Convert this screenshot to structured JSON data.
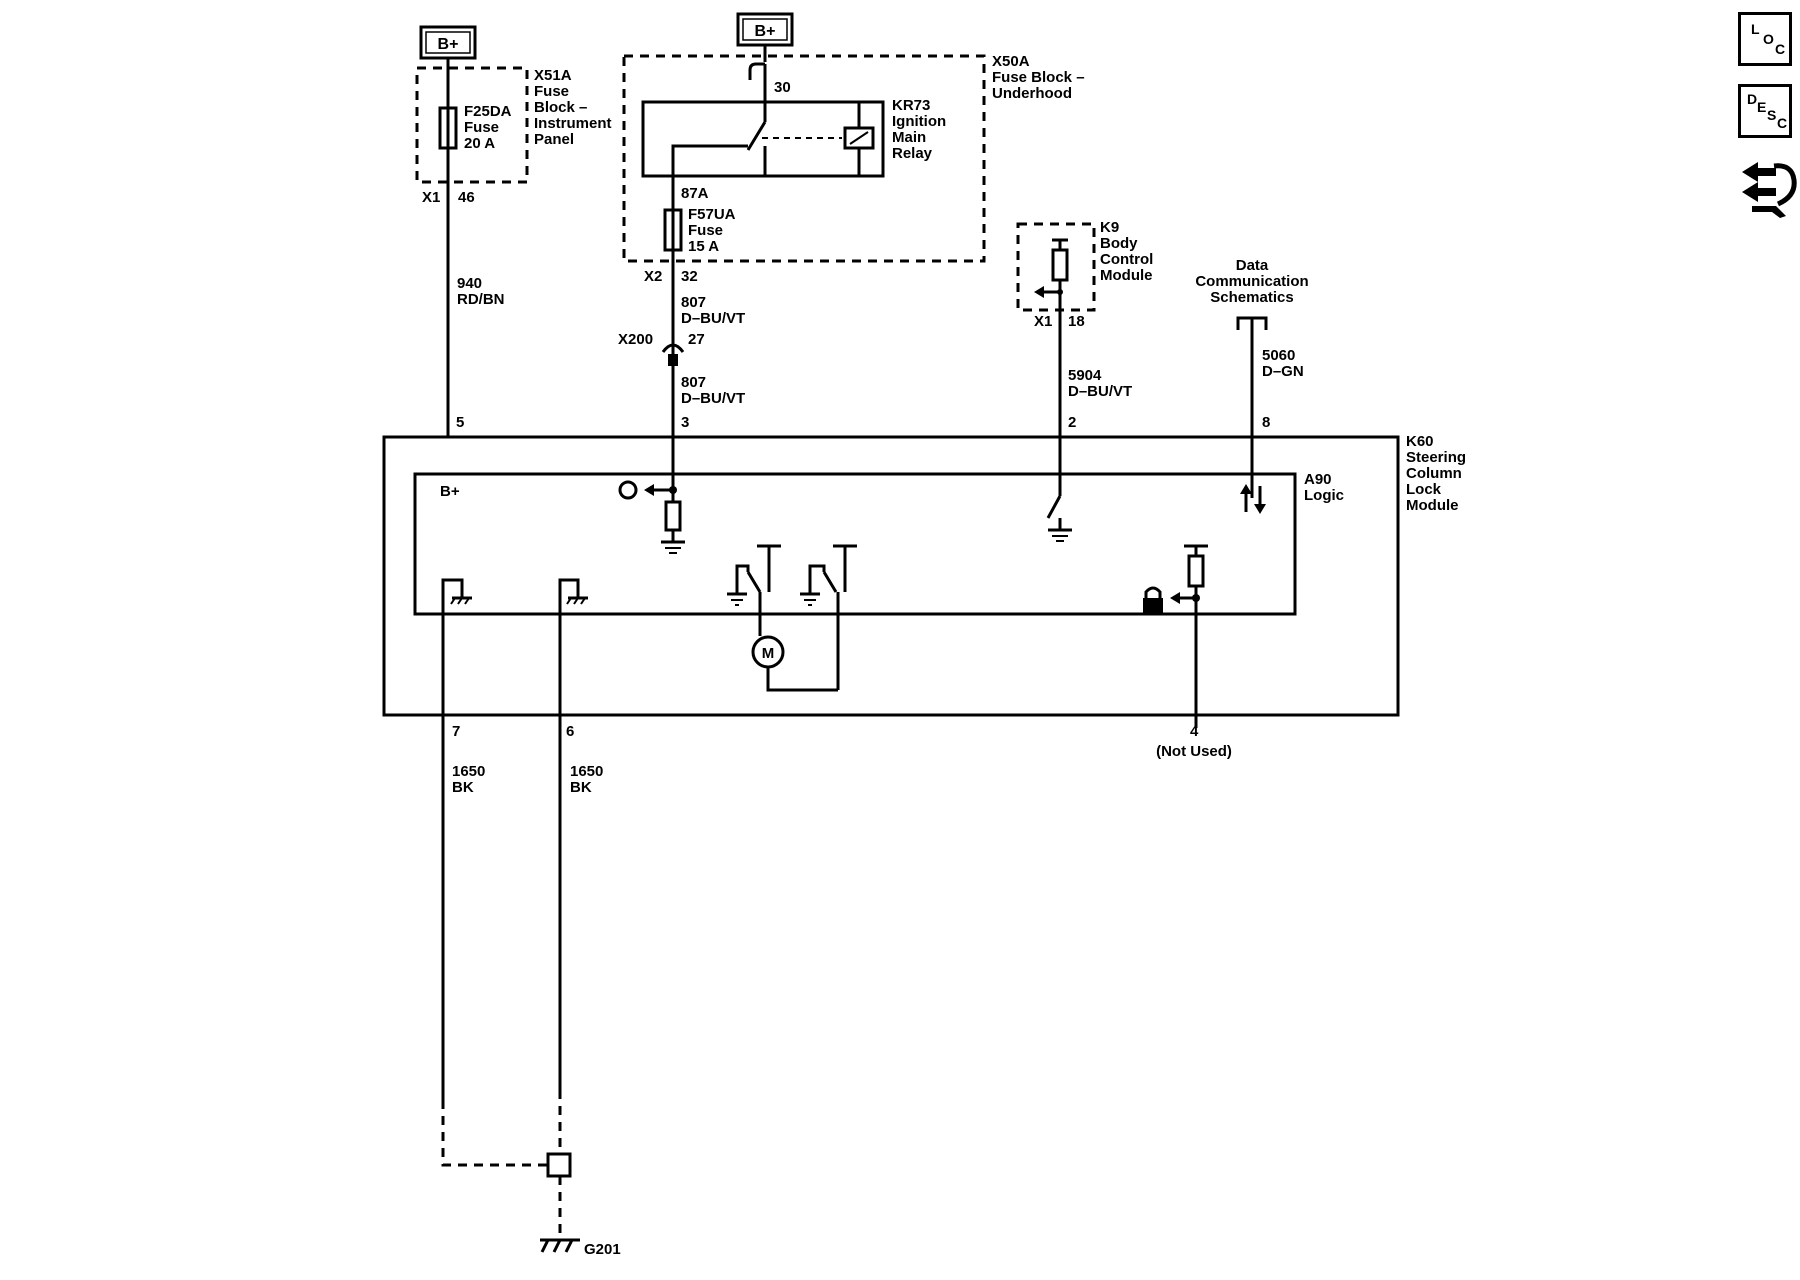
{
  "nav": {
    "loc": [
      "L",
      "O",
      "C"
    ],
    "desc": [
      "D",
      "E",
      "S",
      "C"
    ]
  },
  "power": {
    "b_plus_1": "B+",
    "b_plus_2": "B+"
  },
  "x51a": {
    "lines": [
      "X51A",
      "Fuse",
      "Block –",
      "Instrument",
      "Panel"
    ],
    "fuse": [
      "F25DA",
      "Fuse",
      "20 A"
    ],
    "conn": "X1",
    "pin": "46"
  },
  "x50a": {
    "lines": [
      "X50A",
      "Fuse Block –",
      "Underhood"
    ],
    "pin30": "30",
    "relay": [
      "KR73",
      "Ignition",
      "Main",
      "Relay"
    ],
    "pin87": "87A",
    "fuse": [
      "F57UA",
      "Fuse",
      "15 A"
    ],
    "conn": "X2",
    "pin": "32"
  },
  "k9": {
    "lines": [
      "K9",
      "Body",
      "Control",
      "Module"
    ],
    "conn": "X1",
    "pin": "18"
  },
  "datacomm": [
    "Data",
    "Communication",
    "Schematics"
  ],
  "wires": {
    "w940": [
      "940",
      "RD/BN"
    ],
    "w807a": [
      "807",
      "D–BU/VT"
    ],
    "w807b": [
      "807",
      "D–BU/VT"
    ],
    "w5904": [
      "5904",
      "D–BU/VT"
    ],
    "w5060": [
      "5060",
      "D–GN"
    ],
    "w1650a": [
      "1650",
      "BK"
    ],
    "w1650b": [
      "1650",
      "BK"
    ]
  },
  "x200": {
    "conn": "X200",
    "pin": "27"
  },
  "k60": {
    "lines": [
      "K60",
      "Steering",
      "Column",
      "Lock",
      "Module"
    ],
    "pins_top": [
      "5",
      "3",
      "2",
      "8"
    ],
    "pins_bottom": [
      "7",
      "6",
      "4"
    ],
    "not_used": "(Not Used)"
  },
  "a90": {
    "lines": [
      "A90",
      "Logic"
    ],
    "b_plus": "B+",
    "motor": "M"
  },
  "ground": "G201"
}
